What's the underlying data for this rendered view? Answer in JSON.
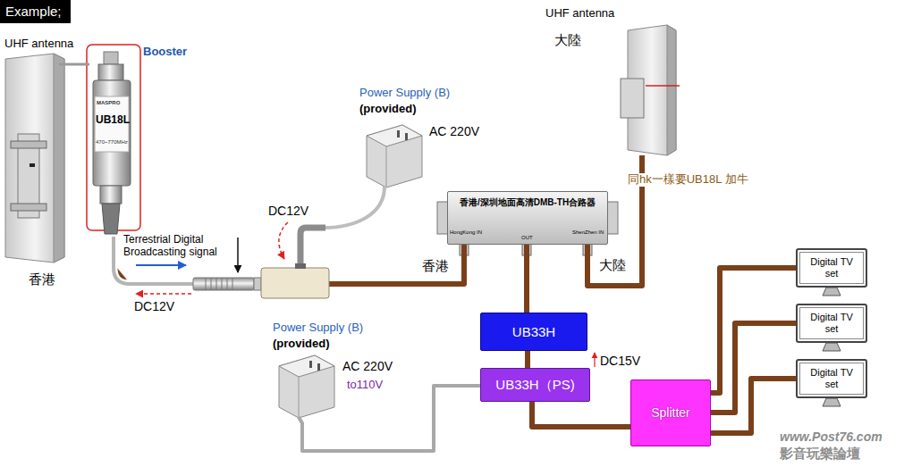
{
  "diagram": {
    "title": "Example;",
    "nodes": [
      {
        "text": [
          "UHF antenna",
          "香港"
        ]
      },
      {
        "text": [
          "Booster"
        ]
      },
      {
        "text": [
          "Power Supply (B)",
          "(provided)",
          "AC 220V"
        ]
      },
      {
        "text": [
          "香港/深圳地面高清DMB-TH合路器"
        ]
      },
      {
        "text": [
          "UHF antenna",
          "大陸"
        ]
      },
      {
        "text": [
          "UB33H"
        ]
      },
      {
        "text": [
          "UB33H（PS)"
        ]
      },
      {
        "text": [
          "Power Supply (B)",
          "(provided)",
          "AC 220V",
          "to110V"
        ]
      },
      {
        "text": [
          "Splitter"
        ]
      },
      {
        "text": [
          "Digital TV set"
        ]
      },
      {
        "text": [
          "Digital TV set"
        ]
      },
      {
        "text": [
          "Digital TV set"
        ]
      }
    ],
    "edges": [
      {
        "from": 0,
        "to": 1,
        "arrow": "none"
      },
      {
        "from": 1,
        "to": 3,
        "label": "香港",
        "arrow": "none"
      },
      {
        "from": 4,
        "to": 3,
        "label": "大陸",
        "arrow": "none"
      },
      {
        "from": 3,
        "to": 5,
        "arrow": "none"
      },
      {
        "from": 5,
        "to": 6,
        "arrow": "none"
      },
      {
        "from": 7,
        "to": 6,
        "arrow": "none"
      },
      {
        "from": 6,
        "to": 8,
        "arrow": "none"
      },
      {
        "from": 8,
        "to": 9,
        "arrow": "none"
      },
      {
        "from": 8,
        "to": 10,
        "arrow": "none"
      },
      {
        "from": 8,
        "to": 11,
        "arrow": "none"
      }
    ],
    "labels": [
      "MASPRO",
      "UB18L",
      "470~770MHz",
      "Terrestrial Digital Broadcasting signal",
      "DC12V",
      "DC12V",
      "同hk一樣要UB18L 加牛",
      "HongKong IN",
      "OUT",
      "ShenZhen IN",
      "DC15V",
      "www.Post76.com",
      "影音玩樂論壇"
    ]
  }
}
